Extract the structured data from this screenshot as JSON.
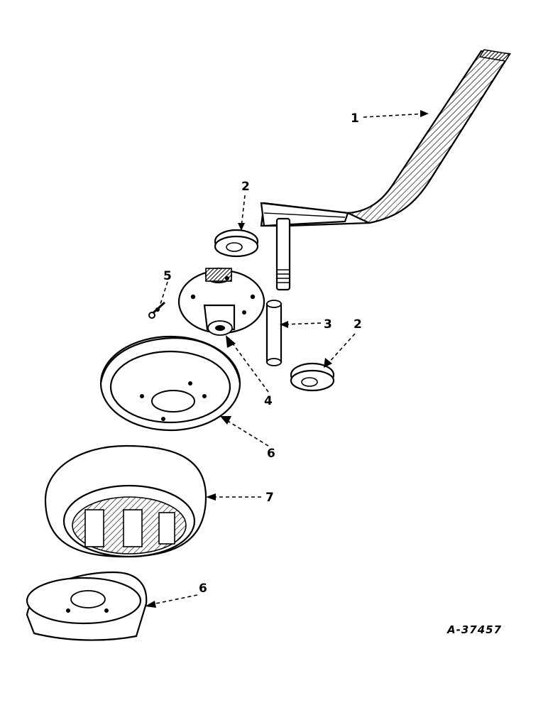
{
  "figure": {
    "id": "A-37457"
  },
  "callouts": [
    {
      "key": "part-1",
      "text": "1"
    },
    {
      "key": "part-2a",
      "text": "2"
    },
    {
      "key": "part-2b",
      "text": "2"
    },
    {
      "key": "part-3",
      "text": "3"
    },
    {
      "key": "part-4",
      "text": "4"
    },
    {
      "key": "part-5",
      "text": "5"
    },
    {
      "key": "part-6a",
      "text": "6"
    },
    {
      "key": "part-7",
      "text": "7"
    },
    {
      "key": "part-6b",
      "text": "6"
    }
  ]
}
